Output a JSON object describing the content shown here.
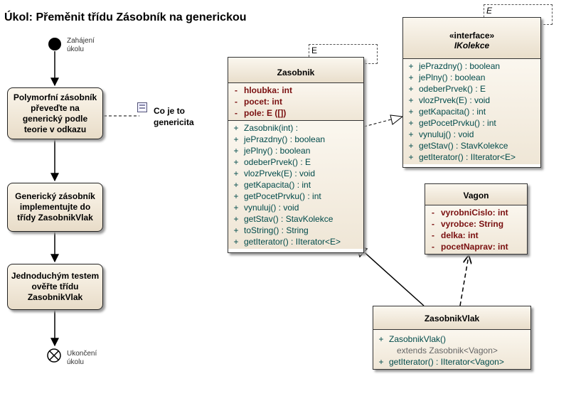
{
  "title": "Úkol: Přeměnit třídu Zásobník na generickou",
  "start_node": {
    "label_line1": "Zahájení",
    "label_line2": "úkolu"
  },
  "end_node": {
    "label_line1": "Ukončení",
    "label_line2": "úkolu"
  },
  "activities": [
    {
      "text": "Polymorfní zásobník převeďte na generický podle teorie v odkazu"
    },
    {
      "text": "Generický zásobník implementujte do třídy ZasobnikVlak"
    },
    {
      "text": "Jednoduchým testem ověřte třídu ZasobnikVlak"
    }
  ],
  "note": {
    "line1": "Co je to",
    "line2": "genericita"
  },
  "zasobnik": {
    "name": "Zasobnik",
    "type_param": "E",
    "attributes": [
      {
        "vis": "-",
        "text": "hloubka:  int"
      },
      {
        "vis": "-",
        "text": "pocet:  int"
      },
      {
        "vis": "-",
        "text": "pole:  E ([])"
      }
    ],
    "operations": [
      {
        "vis": "+",
        "text": "Zasobnik(int) :"
      },
      {
        "vis": "+",
        "text": "jePrazdny() : boolean"
      },
      {
        "vis": "+",
        "text": "jePlny() : boolean"
      },
      {
        "vis": "+",
        "text": "odeberPrvek() : E"
      },
      {
        "vis": "+",
        "text": "vlozPrvek(E) : void"
      },
      {
        "vis": "+",
        "text": "getKapacita() : int"
      },
      {
        "vis": "+",
        "text": "getPocetPrvku() : int"
      },
      {
        "vis": "+",
        "text": "vynuluj() : void"
      },
      {
        "vis": "+",
        "text": "getStav() : StavKolekce"
      },
      {
        "vis": "+",
        "text": "toString() : String"
      },
      {
        "vis": "+",
        "text": "getIterator() : IIterator<E>"
      }
    ]
  },
  "ikolekce": {
    "stereotype": "«interface»",
    "name": "IKolekce",
    "type_param": "E",
    "operations": [
      {
        "vis": "+",
        "text": "jePrazdny() : boolean"
      },
      {
        "vis": "+",
        "text": "jePlny() : boolean"
      },
      {
        "vis": "+",
        "text": "odeberPrvek() : E"
      },
      {
        "vis": "+",
        "text": "vlozPrvek(E) : void"
      },
      {
        "vis": "+",
        "text": "getKapacita() : int"
      },
      {
        "vis": "+",
        "text": "getPocetPrvku() : int"
      },
      {
        "vis": "+",
        "text": "vynuluj() : void"
      },
      {
        "vis": "+",
        "text": "getStav() : StavKolekce"
      },
      {
        "vis": "+",
        "text": "getIterator() : IIterator<E>"
      }
    ]
  },
  "vagon": {
    "name": "Vagon",
    "attributes": [
      {
        "vis": "-",
        "text": "vyrobniCislo:  int"
      },
      {
        "vis": "-",
        "text": "vyrobce:  String"
      },
      {
        "vis": "-",
        "text": "delka:  int"
      },
      {
        "vis": "-",
        "text": "pocetNaprav:  int"
      }
    ]
  },
  "zasobnikvlak": {
    "name": "ZasobnikVlak",
    "operations": [
      {
        "vis": "+",
        "text": "ZasobnikVlak()",
        "sub": "extends Zasobnik<Vagon>"
      },
      {
        "vis": "+",
        "text": "getIterator() : IIterator<Vagon>"
      }
    ]
  },
  "colors": {
    "fill_top": "#fbf6ec",
    "fill_bottom": "#e8dcc8",
    "attribute": "#7a1010",
    "operation": "#004a4a"
  }
}
